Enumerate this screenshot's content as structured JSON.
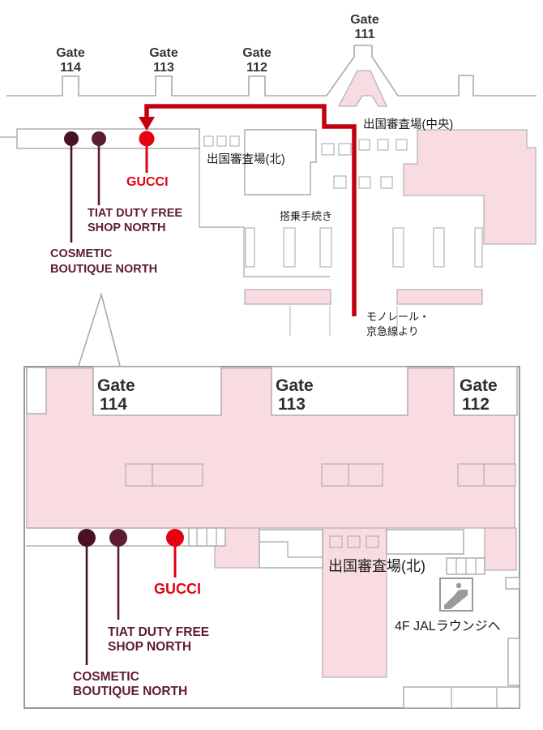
{
  "colors": {
    "pink_area": "#f8dce1",
    "outline_gray": "#a9a9a9",
    "route_red": "#c3000d",
    "marker_red": "#e60012",
    "marker_dark": "#4a1126",
    "marker_mid": "#5d1b34",
    "shop_text": "#5f1a36",
    "gate_text": "#353535"
  },
  "shops": {
    "gucci": "GUCCI",
    "tiat_line1": "TIAT DUTY FREE",
    "tiat_line2": "SHOP NORTH",
    "cosmetic_line1": "COSMETIC",
    "cosmetic_line2": "BOUTIQUE NORTH"
  },
  "top_map": {
    "gates": [
      {
        "label": "Gate",
        "number": "114"
      },
      {
        "label": "Gate",
        "number": "113"
      },
      {
        "label": "Gate",
        "number": "112"
      },
      {
        "label": "Gate",
        "number": "111"
      }
    ],
    "immigration_center": "出国審査場(中央)",
    "immigration_north": "出国審査場(北)",
    "boarding": "搭乗手続き",
    "monorail_line1": "モノレール・",
    "monorail_line2": "京急線より"
  },
  "bottom_map": {
    "gates": [
      {
        "label": "Gate",
        "number": "114"
      },
      {
        "label": "Gate",
        "number": "113"
      },
      {
        "label": "Gate",
        "number": "112"
      }
    ],
    "immigration_north": "出国審査場(北)",
    "jal_lounge": "4F JALラウンジへ"
  },
  "icons": {
    "escalator": "escalator-up"
  }
}
